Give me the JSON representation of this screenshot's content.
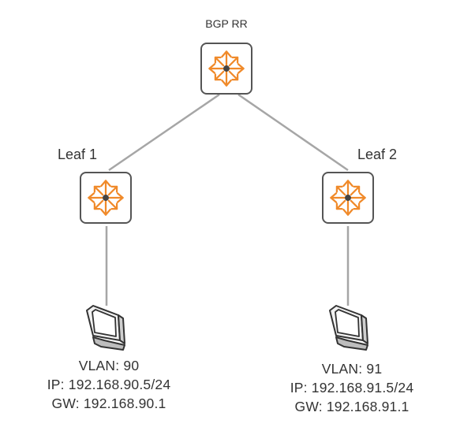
{
  "diagram": {
    "colors": {
      "link": "#a6a6a6",
      "switch_border": "#555555",
      "switch_arrows": "#f08a2a",
      "switch_hub": "#444444",
      "text": "#333333"
    },
    "nodes": {
      "route_reflector": {
        "label": "BGP RR",
        "icon": "switch-arrows-icon"
      },
      "leaf1": {
        "label": "Leaf 1",
        "icon": "switch-arrows-icon"
      },
      "leaf2": {
        "label": "Leaf 2",
        "icon": "switch-arrows-icon"
      }
    },
    "hosts": {
      "host1": {
        "icon": "monitor-icon",
        "vlan": "VLAN: 90",
        "ip": "IP: 192.168.90.5/24",
        "gw": "GW: 192.168.90.1"
      },
      "host2": {
        "icon": "monitor-icon",
        "vlan": "VLAN: 91",
        "ip": "IP: 192.168.91.5/24",
        "gw": "GW: 192.168.91.1"
      }
    },
    "links": [
      {
        "from": "route_reflector",
        "to": "leaf1"
      },
      {
        "from": "route_reflector",
        "to": "leaf2"
      },
      {
        "from": "leaf1",
        "to": "host1"
      },
      {
        "from": "leaf2",
        "to": "host2"
      }
    ]
  }
}
